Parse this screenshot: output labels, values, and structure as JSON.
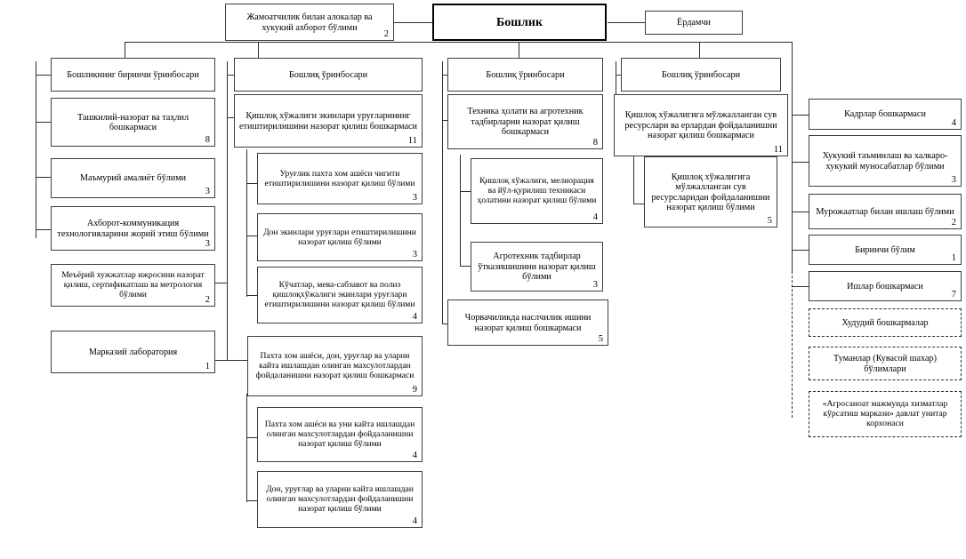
{
  "doc": {
    "kind": "organizational-chart",
    "language": "uz-Cyrl"
  },
  "top": {
    "head": "Бошлик",
    "public_relations": "Жамоатчилик билан алокалар ва хукукий ахборот бўлими",
    "public_relations_num": "2",
    "assistant": "Ёрдамчи"
  },
  "col1": {
    "deputy": "Бошликнинг биринчи ўринбосари",
    "items": [
      {
        "label": "Ташкилий-назорат ва таҳлил бошкармаси",
        "num": "8"
      },
      {
        "label": "Маъмурий амалиёт бўлими",
        "num": "3"
      },
      {
        "label": "Ахборот-коммуникация технологияларини жорий этиш бўлими",
        "num": "3"
      },
      {
        "label": "Меъёрий хужжатлар ижросини назорат қилиш, сертификатлаш ва метрология бўлими",
        "num": "2"
      },
      {
        "label": "Марказий лаборатория",
        "num": "1"
      }
    ]
  },
  "col2": {
    "deputy": "Бошлиқ ўринбосари",
    "dept1": {
      "label": "Қишлоқ хўжалиги экинлари уруғларининг етиштирилишини назорат қилиш бошкармаси",
      "num": "11"
    },
    "dept1_children": [
      {
        "label": "Уруғлик пахта хом ашёси чигити етиштирилишини назорат қилиш бўлими",
        "num": "3"
      },
      {
        "label": "Дон экинлари уруғлари етиштирилишини назорат қилиш бўлими",
        "num": "3"
      },
      {
        "label": "Кўчатлар, мева-сабзавот ва полиз қишлоқхўжалиги экинлари уруғлари етиштирилишини назорат қилиш бўлими",
        "num": "4"
      }
    ],
    "dept2": {
      "label": "Пахта хом ашёси, дон, уруғлар ва уларни кайта ишлашдан олинган махсулотлардан фойдаланишни назорат қилиш бошкармаси",
      "num": "9"
    },
    "dept2_children": [
      {
        "label": "Пахта хом ашёси ва уни кайта ишлашдан олинган махсулотлардан фойдаланишни назорат қилиш бўлими",
        "num": "4"
      },
      {
        "label": "Дон, уруғлар ва уларни кайта ишлашдан олинган махсулотлардан фойдаланишни назорат қилиш бўлими",
        "num": "4"
      }
    ]
  },
  "col3": {
    "deputy": "Бошлиқ ўринбосари",
    "dept1": {
      "label": "Техника ҳолати ва агротехник тадбирларни назорат қилиш бошкармаси",
      "num": "8"
    },
    "dept1_children": [
      {
        "label": "Қишлоқ хўжалиги, мелиорация ва йўл-қурилиш техникаси ҳолатини назорат қилиш бўлими",
        "num": "4"
      },
      {
        "label": "Агротехник тадбирлар ўтказишишини назорат қилиш бўлими",
        "num": "3"
      }
    ],
    "dept2": {
      "label": "Чорвачиликда наслчилик ишини назорат қилиш бошкармаси",
      "num": "5"
    }
  },
  "col4": {
    "deputy": "Бошлиқ ўринбосари",
    "dept1": {
      "label": "Қишлоқ хўжалигига мўлжалланган сув ресурслари ва ерлардан фойдаланишни назорат қилиш бошкармаси",
      "num": "11"
    },
    "dept1_children": [
      {
        "label": "Қишлоқ хўжалигига мўлжалланган сув ресурсларидан фойдаланишни назорат қилиш бўлими",
        "num": "5"
      }
    ]
  },
  "col5": {
    "items": [
      {
        "label": "Кадрлар бошкармаси",
        "num": "4"
      },
      {
        "label": "Хукукий таъминлаш ва халкаро-хукукий муносабатлар бўлими",
        "num": "3"
      },
      {
        "label": "Мурожаатлар билан ишлаш бўлими",
        "num": "2"
      },
      {
        "label": "Биринчи бўлим",
        "num": "1"
      },
      {
        "label": "Ишлар бошкармаси",
        "num": "7"
      }
    ],
    "dashed_items": [
      {
        "label": "Худудий бошкармалар"
      },
      {
        "label": "Туманлар (Кувасой шахар) бўлимлари"
      },
      {
        "label": "«Агросаноат мажмуида хизматлар кўрсатиш маркази» давлат унитар корхонаси"
      }
    ]
  }
}
